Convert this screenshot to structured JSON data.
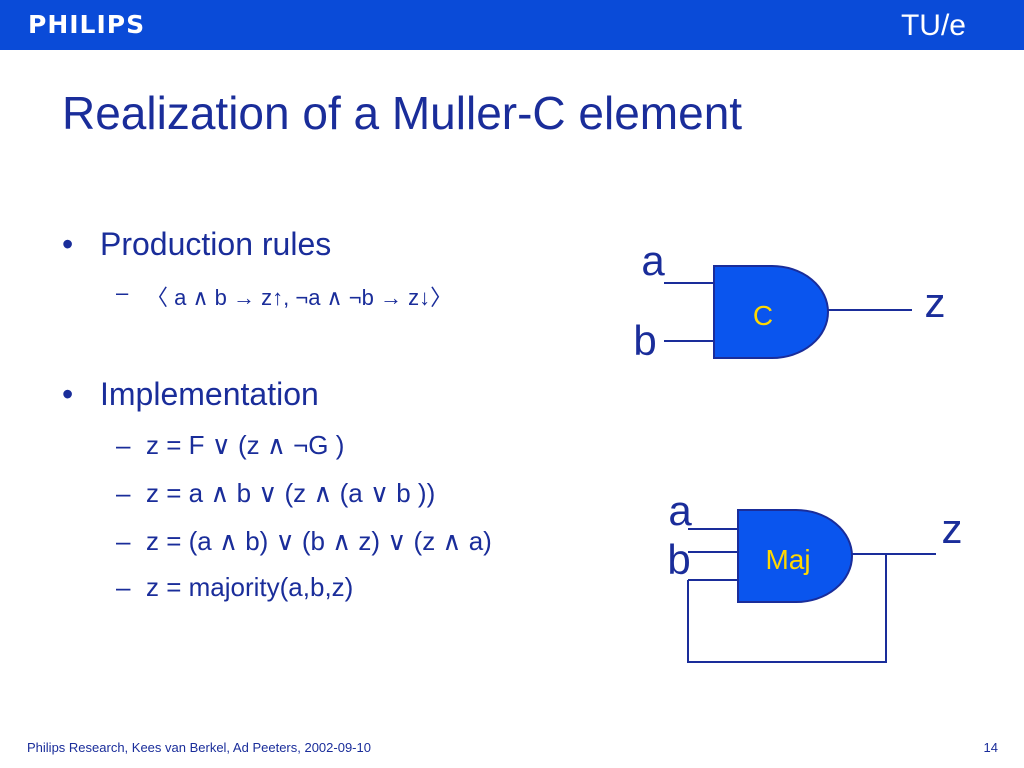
{
  "header": {
    "left_brand": "PHILIPS",
    "right_brand": "TU/e",
    "bar_color": "#0a4bd8"
  },
  "slide": {
    "title": "Realization of a Muller-C element",
    "bullets": [
      {
        "text": "Production rules",
        "subs": [
          "〈 a ∧ b → z↑,  ¬a ∧ ¬b → z↓〉"
        ]
      },
      {
        "text": "Implementation",
        "subs": [
          "z =  F ∨ (z ∧ ¬G )",
          "z = a ∧ b ∨ (z ∧ (a ∨ b ))",
          "z = (a ∧ b) ∨ (b ∧ z) ∨ (z ∧ a)",
          "z = majority(a,b,z)"
        ]
      }
    ],
    "bullet_marker": "•",
    "sub_marker": "–"
  },
  "diagrams": {
    "c_gate": {
      "label": "C",
      "input_a": "a",
      "input_b": "b",
      "output": "z"
    },
    "maj_gate": {
      "label": "Maj",
      "input_a": "a",
      "input_b": "b",
      "output": "z"
    },
    "gate_fill": "#0a55ee",
    "gate_label_color": "#ffd800"
  },
  "footer": {
    "credit": "Philips Research, Kees van Berkel, Ad Peeters, 2002-09-10",
    "page_number": "14"
  }
}
